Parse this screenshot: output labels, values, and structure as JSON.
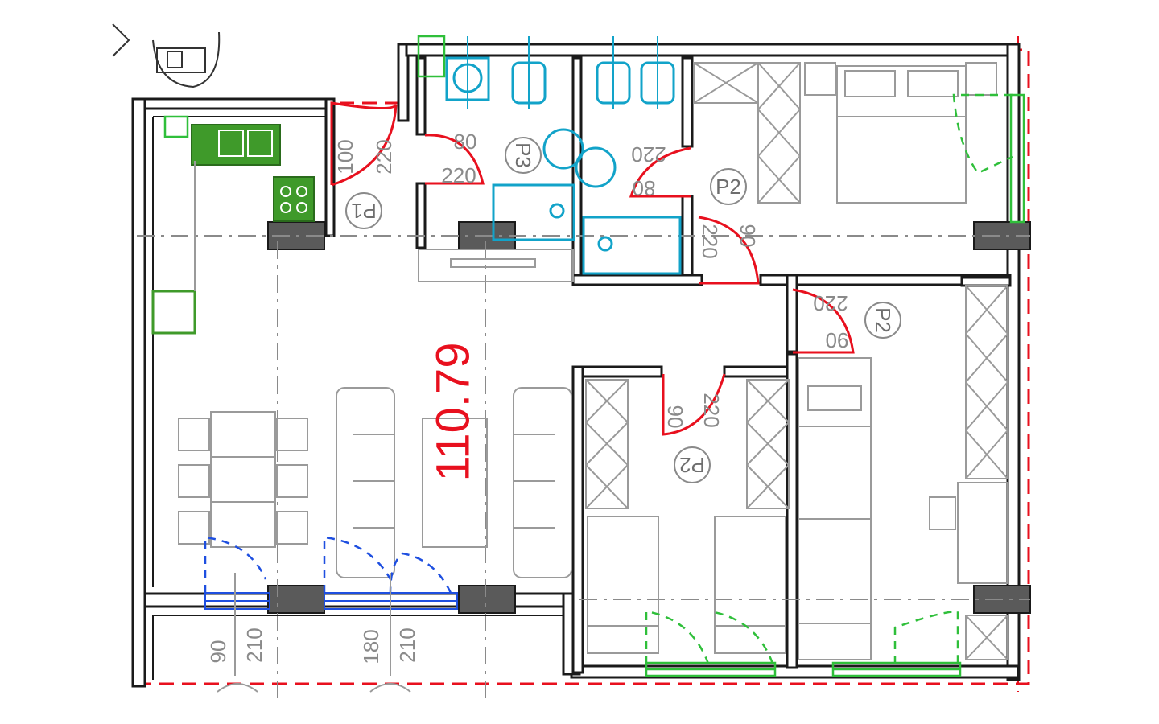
{
  "plan": {
    "area_label": "110.79",
    "door_tags": [
      "P1",
      "P2",
      "P3"
    ],
    "dimensions": {
      "d_100": "100",
      "d_220": "220",
      "d_80": "80",
      "d_90": "90",
      "d_180": "180",
      "d_210": "210"
    },
    "colors": {
      "walls": "#1a1a1a",
      "doors_and_outline": "#e8101e",
      "sanitary": "#12a3c9",
      "kitchen": "#3f9a2a",
      "windows": "#2fbf3a",
      "balcony_doors": "#1e4fe0",
      "furniture": "#9a9a9a"
    }
  }
}
